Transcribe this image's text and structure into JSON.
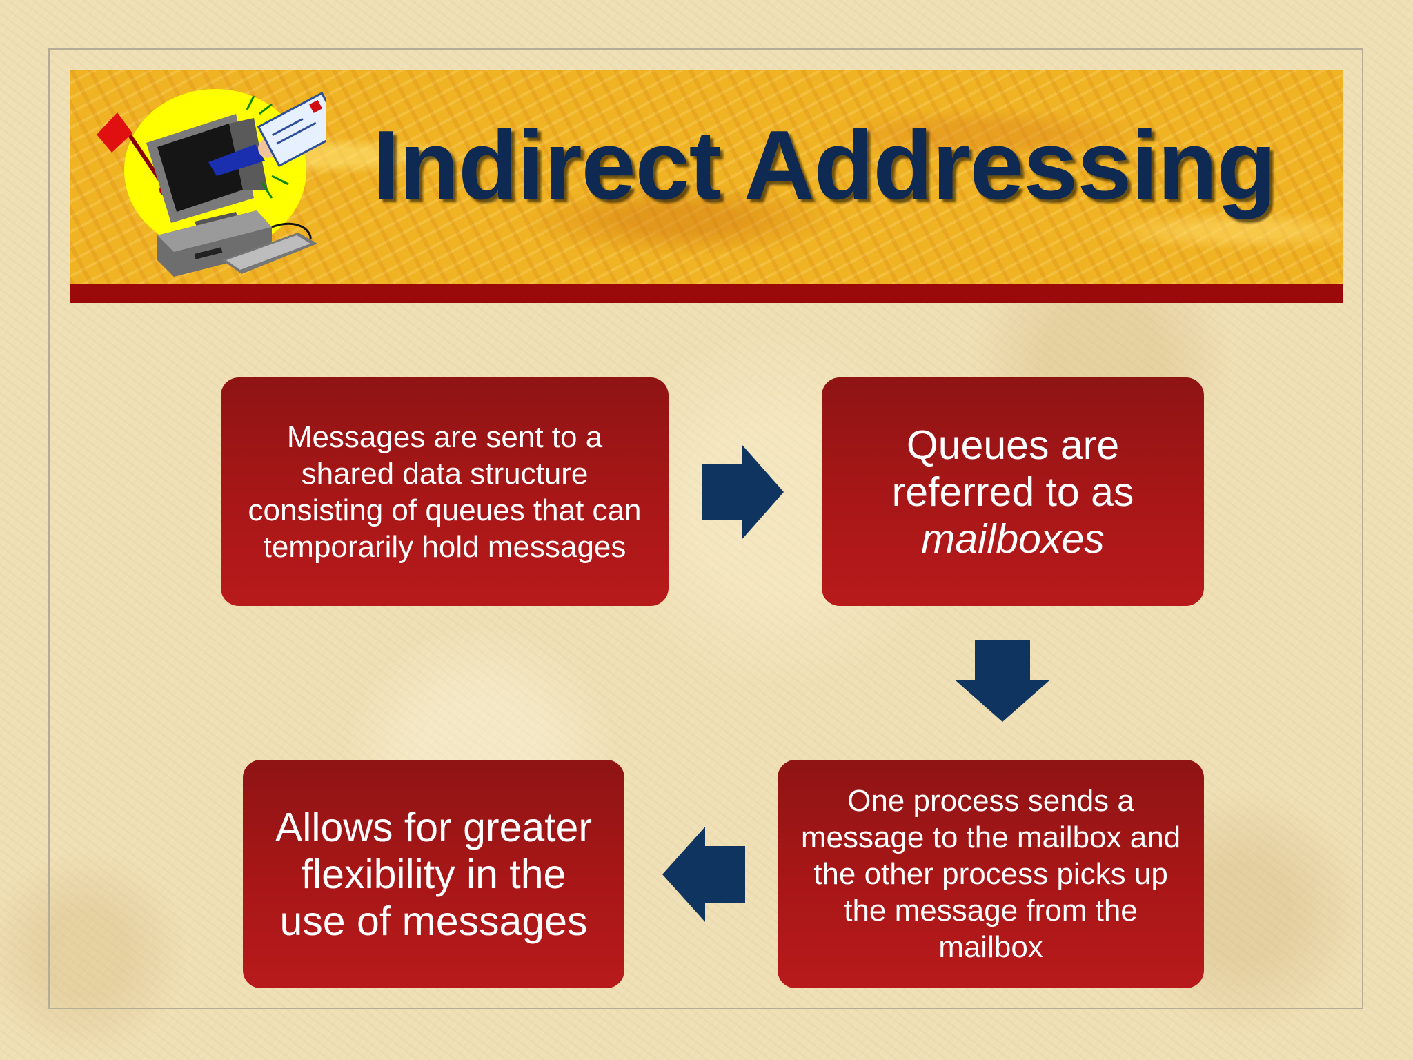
{
  "slide": {
    "title": "Indirect Addressing"
  },
  "colors": {
    "title": "#0f2a52",
    "box_fill": "#a71617",
    "arrow_fill": "#0f3460",
    "banner": "#f0b323",
    "banner_bar": "#9a0a0a"
  },
  "icons": {
    "clipart": "computer-sending-mail-icon",
    "arrows": [
      "arrow-right-icon",
      "arrow-down-icon",
      "arrow-left-icon"
    ]
  },
  "flow": {
    "box1": {
      "text": "Messages are sent to a shared data structure consisting of queues that can temporarily hold messages"
    },
    "box2": {
      "text_line1": "Queues are",
      "text_line2": "referred to as",
      "text_emphasis": "mailboxes"
    },
    "box3": {
      "text": "One process sends a message to the mailbox and the other process picks up the message from the mailbox"
    },
    "box4": {
      "text": "Allows for greater flexibility in the use of messages"
    }
  }
}
